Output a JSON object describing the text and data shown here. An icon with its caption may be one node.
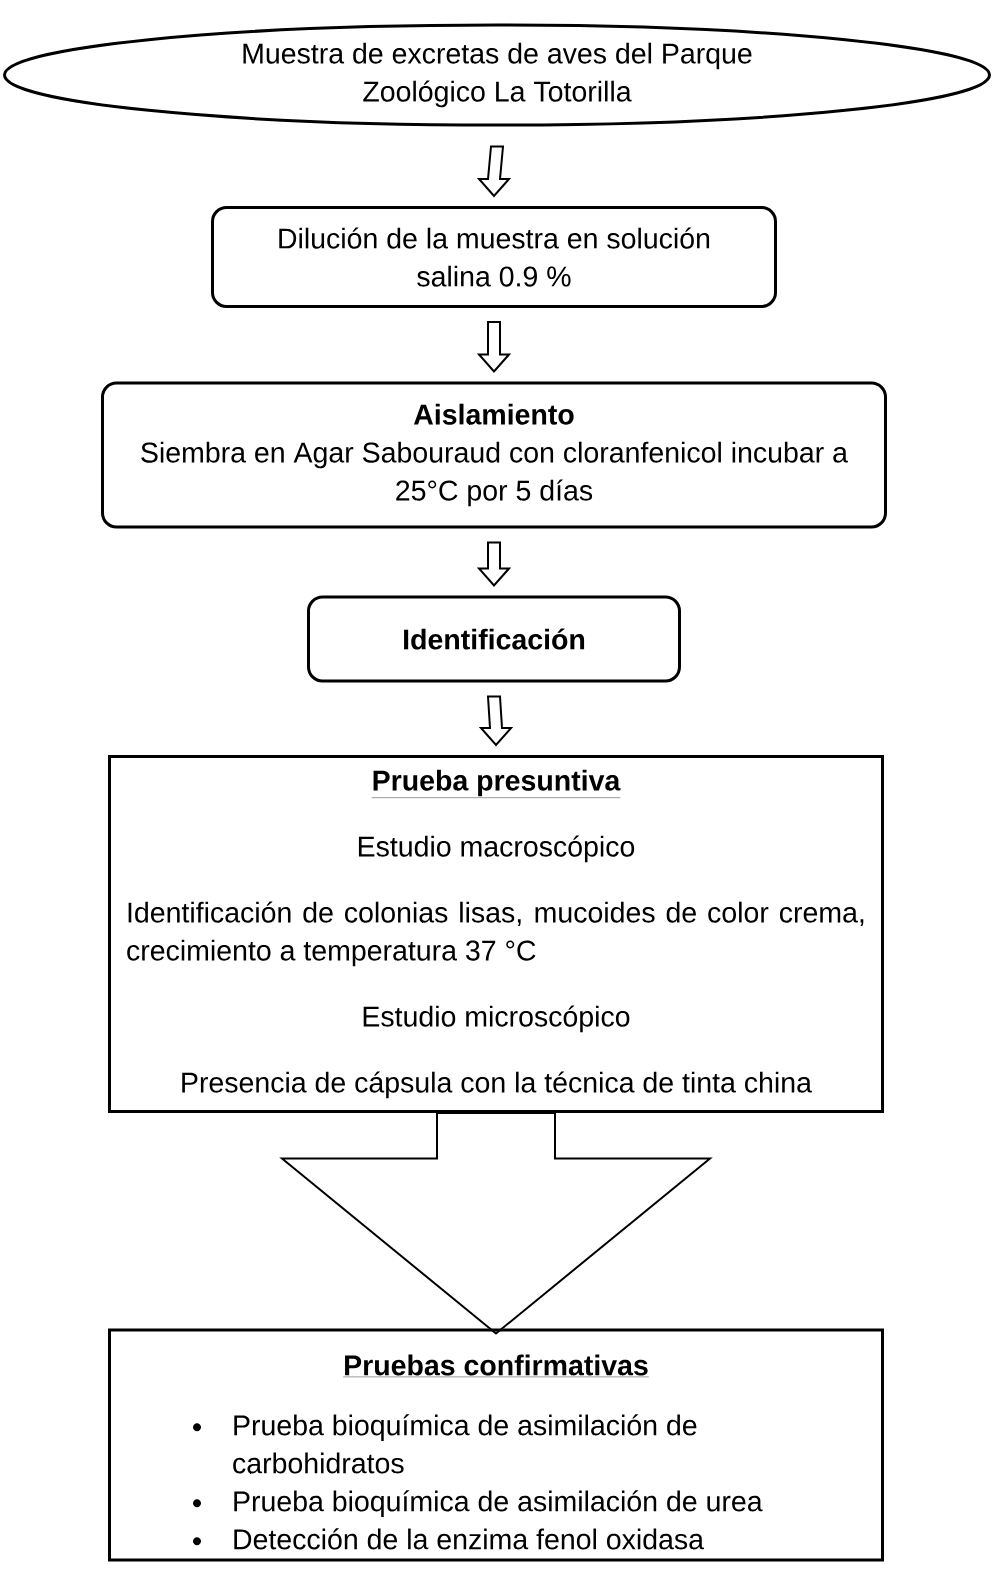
{
  "diagram": {
    "nodes": [
      {
        "text": [
          "Muestra de excretas de aves del Parque Zoológico La Totorilla"
        ]
      },
      {
        "text": [
          "Dilución de la muestra en solución salina 0.9 %"
        ]
      },
      {
        "text": [
          "Aislamiento",
          "Siembra en Agar Sabouraud con cloranfenicol incubar a 25°C por 5 días"
        ]
      },
      {
        "text": [
          "Identificación"
        ]
      },
      {
        "text": [
          "Prueba presuntiva",
          "Estudio macroscópico",
          "Identificación de colonias lisas, mucoides de color crema, crecimiento a temperatura 37 °C",
          "Estudio microscópico",
          "Presencia de cápsula con la técnica de tinta china"
        ]
      },
      {
        "text": [
          "Pruebas confirmativas",
          "Prueba bioquímica de asimilación de carbohidratos",
          "Prueba bioquímica de asimilación de urea",
          "Detección de la enzima fenol oxidasa"
        ]
      }
    ],
    "edges": [
      {
        "from": 0,
        "to": 1,
        "arrow": "to"
      },
      {
        "from": 1,
        "to": 2,
        "arrow": "to"
      },
      {
        "from": 2,
        "to": 3,
        "arrow": "to"
      },
      {
        "from": 3,
        "to": 4,
        "arrow": "to"
      },
      {
        "from": 4,
        "to": 5,
        "arrow": "to"
      }
    ]
  }
}
